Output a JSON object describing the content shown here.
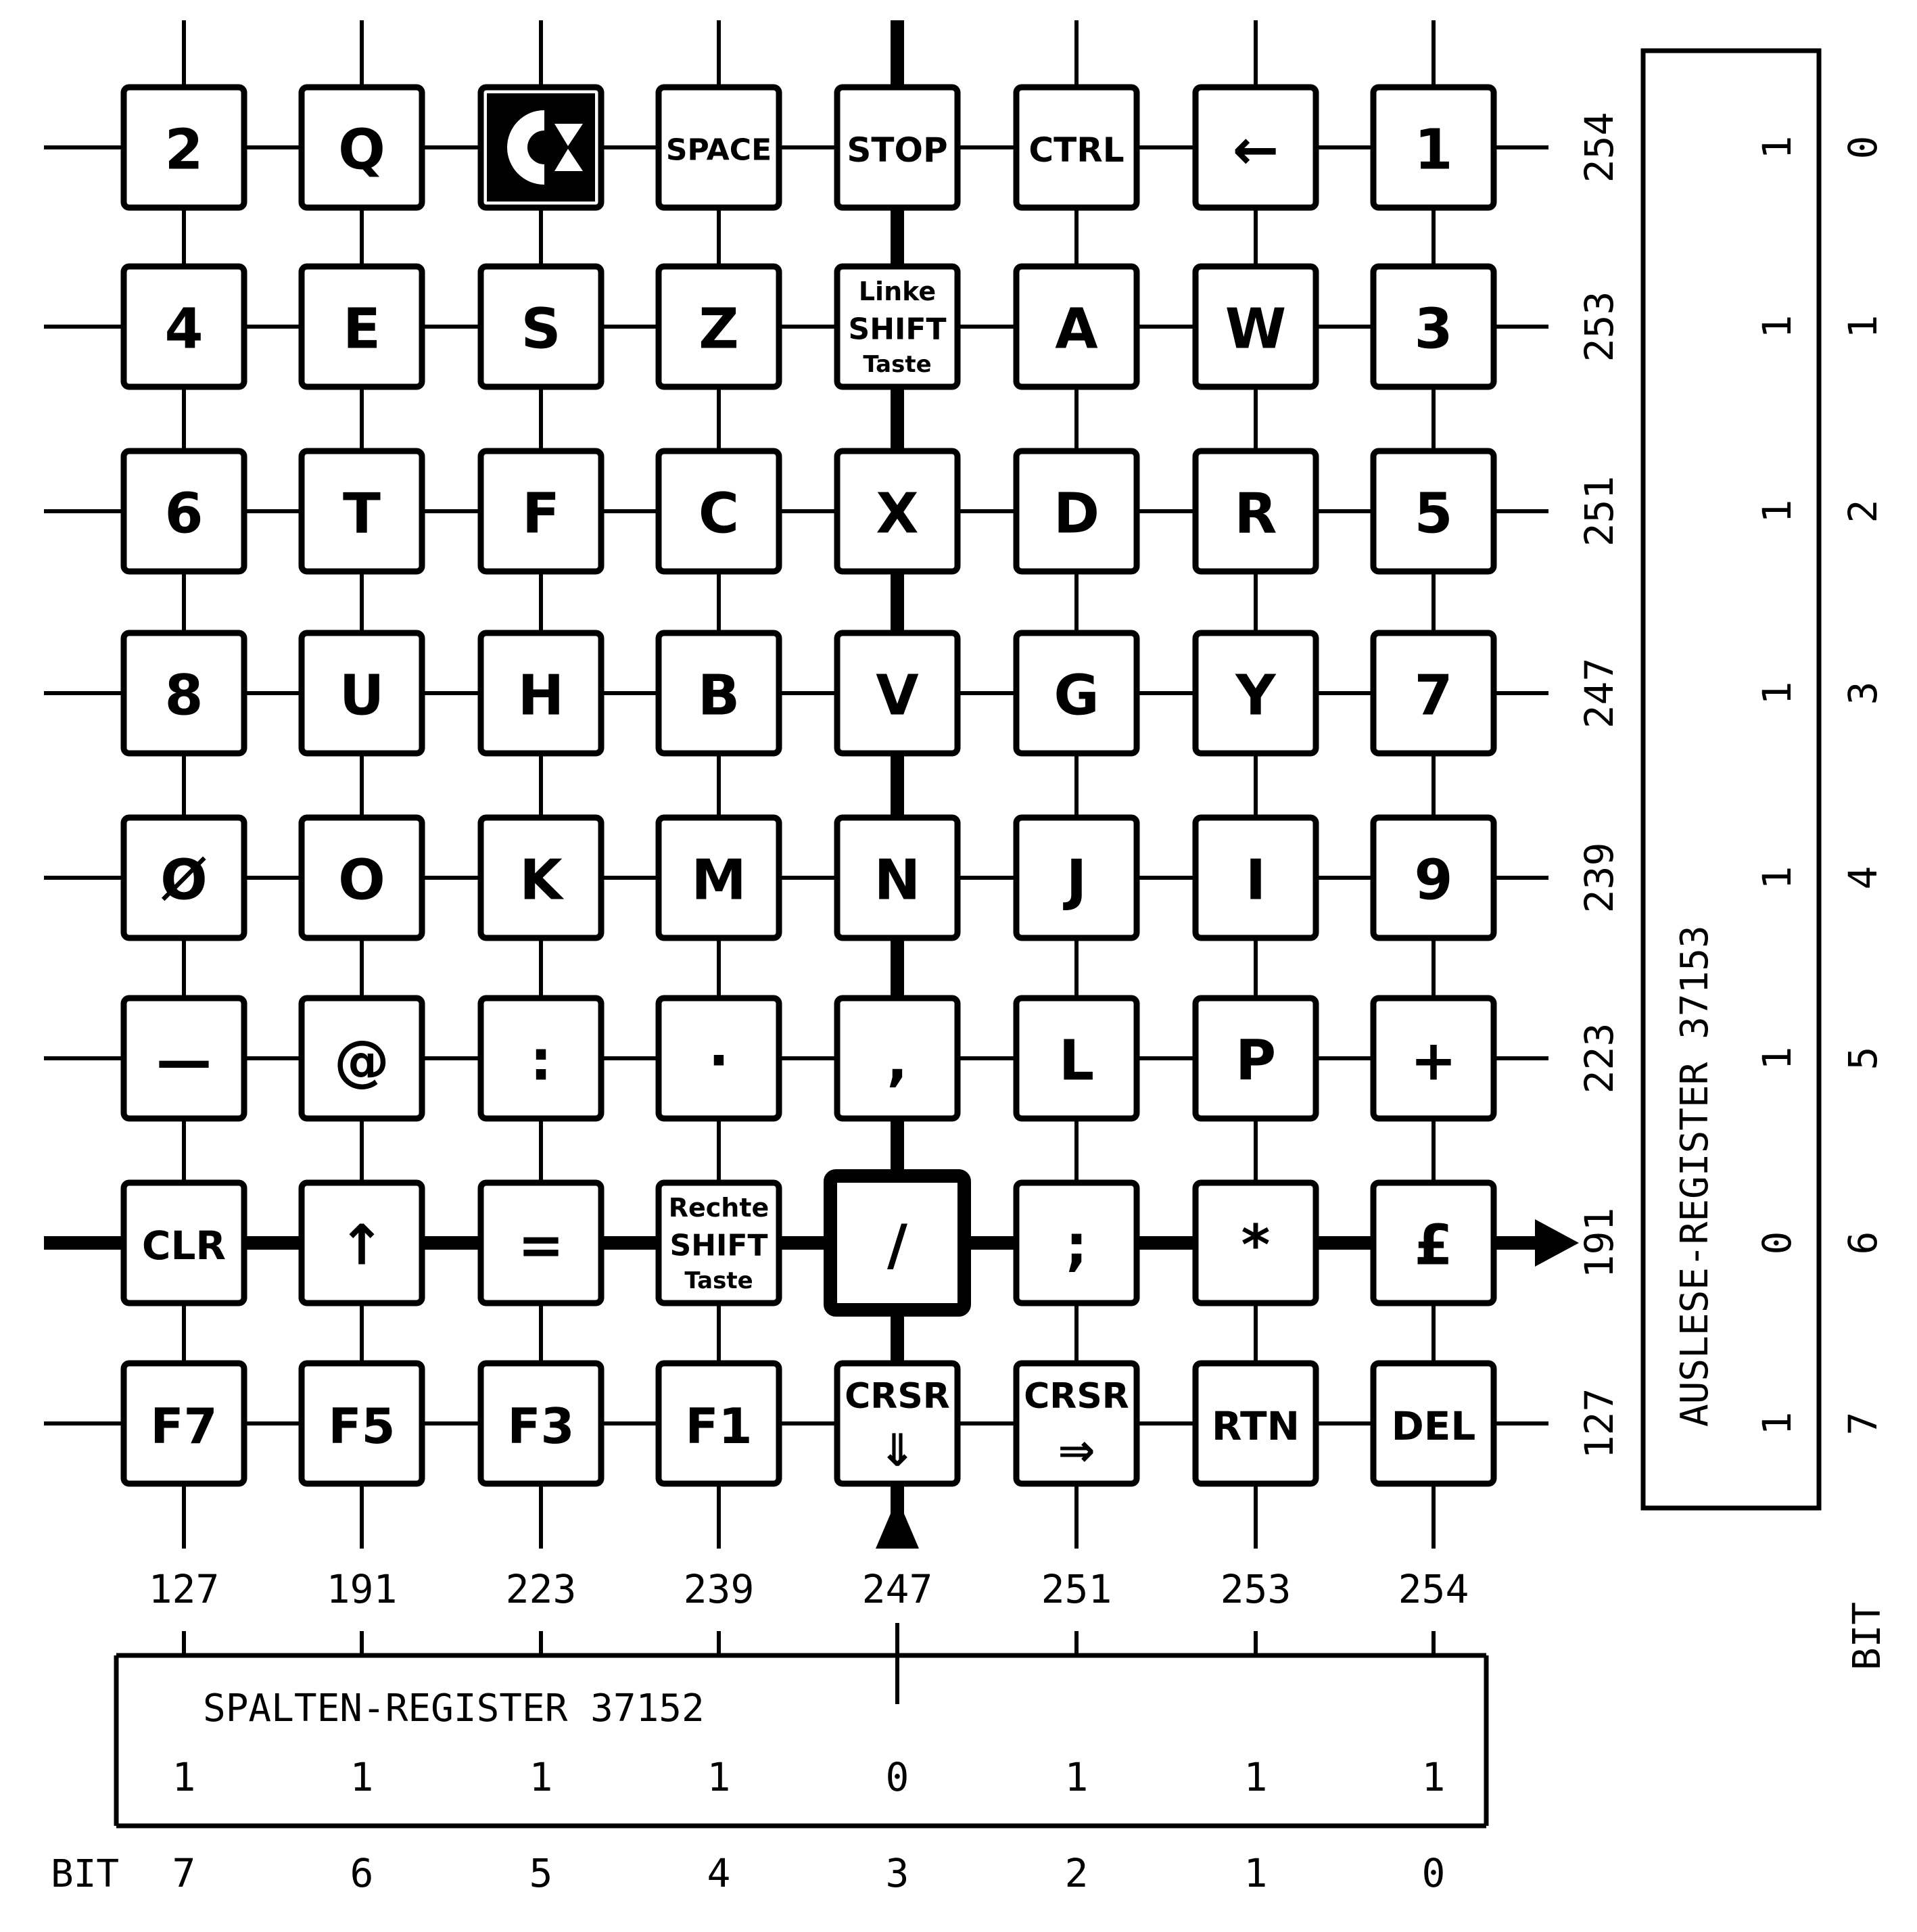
{
  "keyboard_matrix": {
    "rows": [
      [
        "2",
        "Q",
        "C=",
        "SPACE",
        "STOP",
        "CTRL",
        "←",
        "1"
      ],
      [
        "4",
        "E",
        "S",
        "Z",
        "Linke|SHIFT|Taste",
        "A",
        "W",
        "3"
      ],
      [
        "6",
        "T",
        "F",
        "C",
        "X",
        "D",
        "R",
        "5"
      ],
      [
        "8",
        "U",
        "H",
        "B",
        "V",
        "G",
        "Y",
        "7"
      ],
      [
        "Ø",
        "O",
        "K",
        "M",
        "N",
        "J",
        "I",
        "9"
      ],
      [
        "—",
        "@",
        ":",
        "·",
        ",",
        "L",
        "P",
        "+"
      ],
      [
        "CLR",
        "↑",
        "=",
        "Rechte|SHIFT|Taste",
        "/",
        ";",
        "*",
        "£"
      ],
      [
        "F7",
        "F5",
        "F3",
        "F1",
        "CRSR|⇓",
        "CRSR|⇒",
        "RTN",
        "DEL"
      ]
    ],
    "commodore_icon": "commodore-logo-icon",
    "selected_row": 6,
    "selected_column": 4,
    "highlight_color": "#000000"
  },
  "column_values": [
    "127",
    "191",
    "223",
    "239",
    "247",
    "251",
    "253",
    "254"
  ],
  "row_values": [
    "254",
    "253",
    "251",
    "247",
    "239",
    "223",
    "191",
    "127"
  ],
  "spalten_register": {
    "title": "SPALTEN-REGISTER 37152",
    "bits": [
      "1",
      "1",
      "1",
      "1",
      "0",
      "1",
      "1",
      "1"
    ],
    "bit_label": "BIT",
    "bit_numbers": [
      "7",
      "6",
      "5",
      "4",
      "3",
      "2",
      "1",
      "0"
    ]
  },
  "auslese_register": {
    "title": "AUSLESE-REGISTER 37153",
    "bits": [
      "1",
      "1",
      "1",
      "1",
      "1",
      "1",
      "0",
      "1"
    ],
    "bit_label": "BIT",
    "bit_numbers": [
      "0",
      "1",
      "2",
      "3",
      "4",
      "5",
      "6",
      "7"
    ]
  }
}
